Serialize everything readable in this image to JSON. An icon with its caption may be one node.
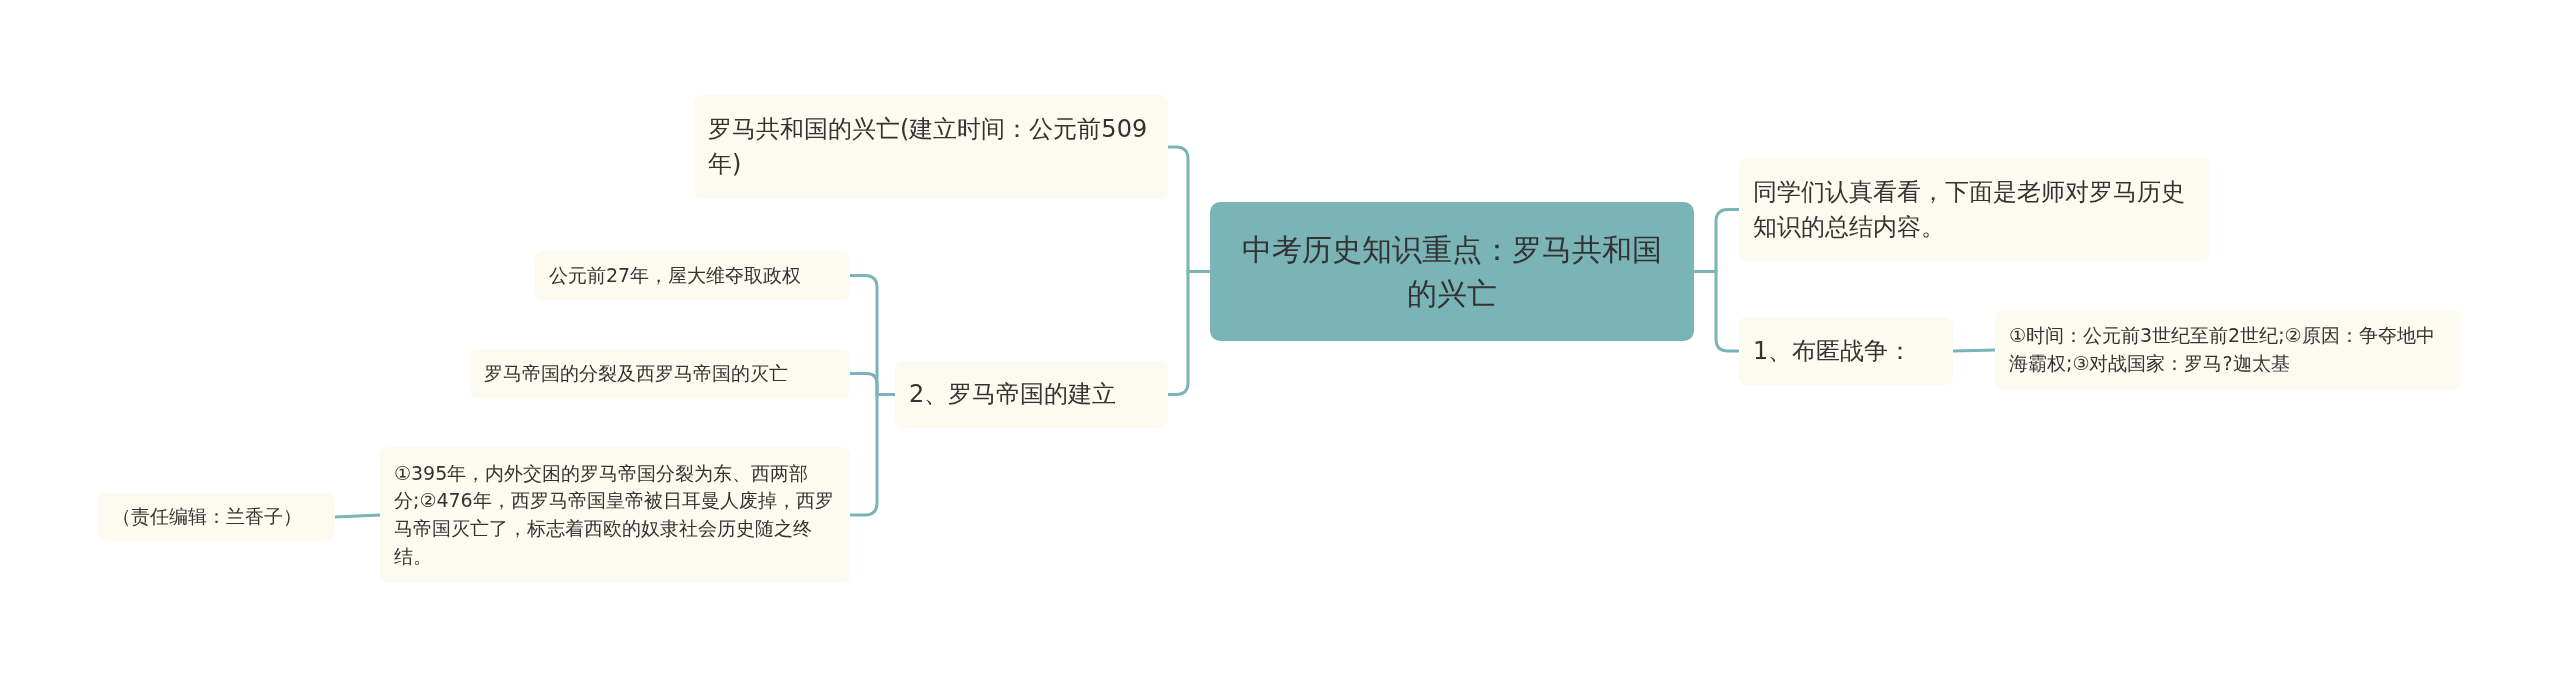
{
  "diagram": {
    "nodes": [
      {
        "text": [
          "中考历史知识重点：罗马共和国的兴亡"
        ]
      },
      {
        "text": [
          "同学们认真看看，下面是老师对罗马历史知识的总结内容。"
        ]
      },
      {
        "text": [
          "1、布匿战争："
        ]
      },
      {
        "text": [
          "①时间：公元前3世纪至前2世纪;②原因：争夺地中海霸权;③对战国家：罗马?迦太基"
        ]
      },
      {
        "text": [
          "罗马共和国的兴亡(建立时间：公元前509年)"
        ]
      },
      {
        "text": [
          "2、罗马帝国的建立"
        ]
      },
      {
        "text": [
          "公元前27年，屋大维夺取政权"
        ]
      },
      {
        "text": [
          "罗马帝国的分裂及西罗马帝国的灭亡"
        ]
      },
      {
        "text": [
          "①395年，内外交困的罗马帝国分裂为东、西两部分;②476年，西罗马帝国皇帝被日耳曼人废掉，西罗马帝国灭亡了，标志着西欧的奴隶社会历史随之终结。"
        ]
      },
      {
        "text": [
          "（责任编辑：兰香子）"
        ]
      }
    ],
    "edges": [
      {
        "from": 0,
        "to": 1,
        "arrow": "none"
      },
      {
        "from": 0,
        "to": 2,
        "arrow": "none"
      },
      {
        "from": 2,
        "to": 3,
        "arrow": "none"
      },
      {
        "from": 0,
        "to": 4,
        "arrow": "none"
      },
      {
        "from": 0,
        "to": 5,
        "arrow": "none"
      },
      {
        "from": 5,
        "to": 6,
        "arrow": "none"
      },
      {
        "from": 5,
        "to": 7,
        "arrow": "none"
      },
      {
        "from": 5,
        "to": 8,
        "arrow": "none"
      },
      {
        "from": 8,
        "to": 9,
        "arrow": "none"
      }
    ]
  }
}
